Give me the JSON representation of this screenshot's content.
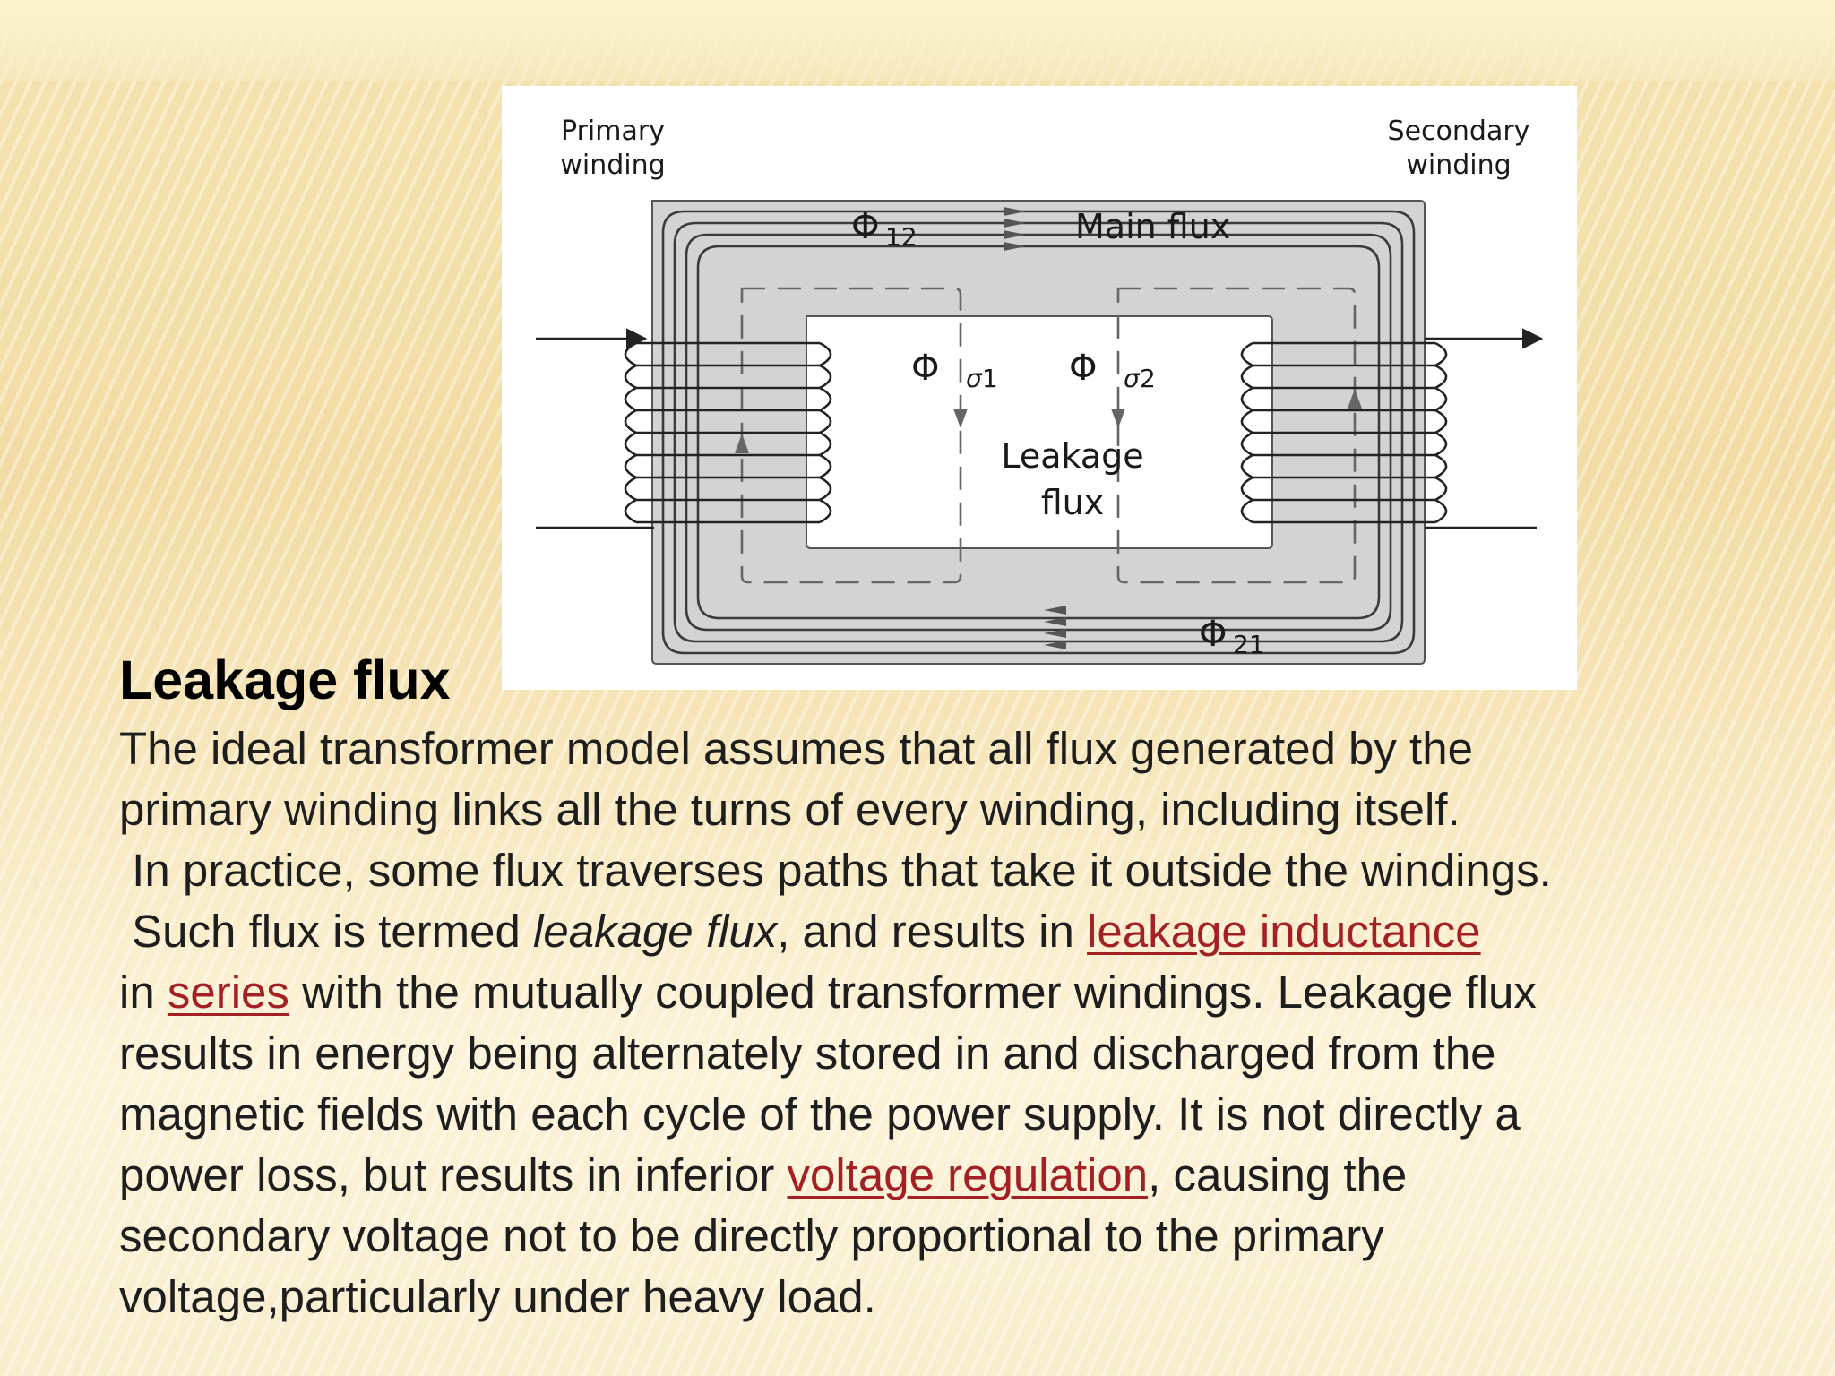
{
  "diagram": {
    "primary_label": [
      "Primary",
      "winding"
    ],
    "secondary_label": [
      "Secondary",
      "winding"
    ],
    "main_flux": "Main flux",
    "phi": "Φ",
    "phi12_sub": "12",
    "phi21_sub": "21",
    "sigma": "σ",
    "sigma1_num": "1",
    "sigma2_num": "2",
    "leakage_label": [
      "Leakage",
      "flux"
    ],
    "colors": {
      "core": "#d3d3d3",
      "window": "#ffffff",
      "line": "#333333"
    }
  },
  "slide": {
    "title": "Leakage flux",
    "lines": [
      {
        "text": "The ideal transformer model assumes that all flux generated by the"
      },
      {
        "text": "primary winding links all the turns of every winding, including itself."
      },
      {
        "text": " In practice, some flux traverses paths that take it outside the windings."
      },
      {
        "pre": " Such flux is termed ",
        "em": "leakage flux",
        "mid": ", and results in ",
        "link": "leakage inductance"
      },
      {
        "pre": "in ",
        "link": "series",
        "post": " with the mutually coupled transformer windings. Leakage flux"
      },
      {
        "text": "results in energy being alternately stored in and discharged from the"
      },
      {
        "text": "magnetic fields with each cycle of the power supply. It is not directly a"
      },
      {
        "pre": "power loss, but results in inferior ",
        "link": "voltage regulation",
        "post": ", causing the"
      },
      {
        "text": "secondary voltage not to be directly proportional to the primary"
      },
      {
        "text": "voltage,particularly under heavy load."
      }
    ],
    "link_color": "#a32024"
  }
}
